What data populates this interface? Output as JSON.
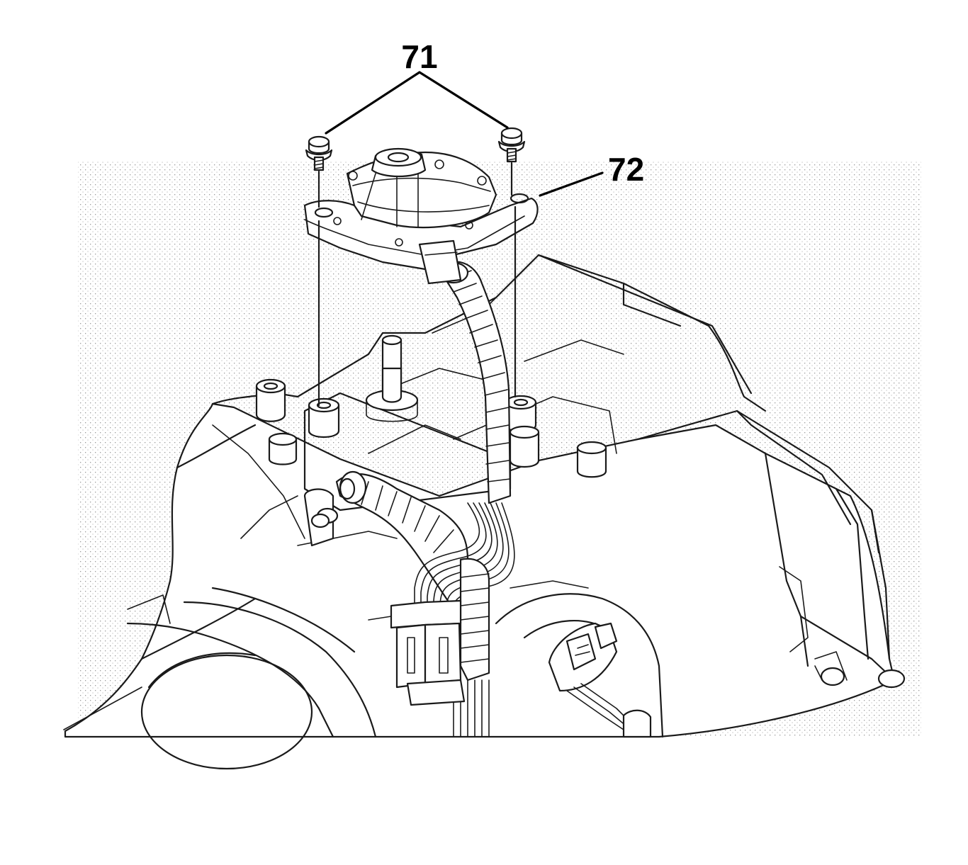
{
  "figure": {
    "callouts": [
      {
        "id": "71",
        "label": "71"
      },
      {
        "id": "72",
        "label": "72"
      }
    ],
    "colors": {
      "line": "#1a1a1a",
      "stipple": "#9a9a9a",
      "background": "#ffffff"
    }
  }
}
